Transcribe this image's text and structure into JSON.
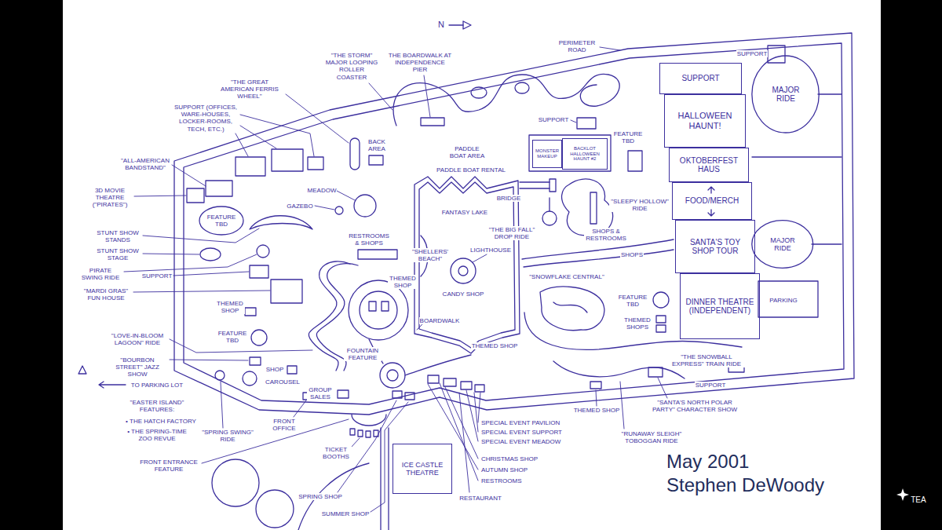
{
  "diagram": {
    "nodes": [
      {
        "text": [
          "SUPPORT"
        ]
      },
      {
        "text": [
          "HALLOWEEN HAUNT!"
        ]
      },
      {
        "text": [
          "OKTOBERFEST HAUS"
        ]
      },
      {
        "text": [
          "FOOD/MERCH"
        ]
      },
      {
        "text": [
          "SANTA'S TOY SHOP TOUR"
        ]
      },
      {
        "text": [
          "DINNER THEATRE (INDEPENDENT)"
        ]
      },
      {
        "text": [
          "MAJOR RIDE"
        ]
      },
      {
        "text": [
          "MAJOR RIDE"
        ]
      },
      {
        "text": [
          "MONSTER MAKEUP"
        ]
      },
      {
        "text": [
          "BACKLOT HALLOWEEN HAUNT #2"
        ]
      },
      {
        "text": [
          "ICE CASTLE THEATRE"
        ]
      }
    ],
    "labels": [
      "N",
      "PERIMETER ROAD",
      "\"THE STORM\" MAJOR LOOPING ROLLER COASTER",
      "THE BOARDWALK AT INDEPENDENCE PIER",
      "\"THE GREAT AMERICAN FERRIS WHEEL\"",
      "SUPPORT (OFFICES, WARE-HOUSES, LOCKER-ROOMS, TECH, ETC.)",
      "BACK AREA",
      "\"ALL-AMERICAN BANDSTAND\"",
      "3D MOVIE THEATRE (\"PIRATES\")",
      "FEATURE TBD",
      "MEADOW",
      "GAZEBO",
      "STUNT SHOW STANDS",
      "STUNT SHOW STAGE",
      "PIRATE SWING RIDE",
      "SUPPORT",
      "RESTROOMS & SHOPS",
      "\"MARDI GRAS\" FUN HOUSE",
      "THEMED SHOP",
      "\"SHELLERS' BEACH\"",
      "THEMED SHOP",
      "LIGHTHOUSE",
      "CANDY SHOP",
      "BOARDWALK",
      "FEATURE TBD",
      "\"LOVE-IN-BLOOM LAGOON\" RIDE",
      "\"BOURBON STREET\" JAZZ SHOW",
      "SHOP",
      "CAROUSEL",
      "TO PARKING LOT",
      "\"EASTER ISLAND\" FEATURES:",
      "• THE HATCH FACTORY",
      "• THE SPRING-TIME ZOO REVUE",
      "\"SPRING SWING\" RIDE",
      "GROUP SALES",
      "FRONT OFFICE",
      "FRONT ENTRANCE FEATURE",
      "TICKET BOOTHS",
      "SPRING SHOP",
      "SUMMER SHOP",
      "RESTAURANT",
      "RESTROOMS",
      "AUTUMN SHOP",
      "CHRISTMAS SHOP",
      "SPECIAL EVENT MEADOW",
      "SPECIAL EVENT SUPPORT",
      "SPECIAL EVENT PAVILION",
      "FOUNTAIN FEATURE",
      "THEMED SHOP",
      "\"RUNAWAY SLEIGH\" TOBOGGAN RIDE",
      "THEMED SHOP",
      "\"SANTA'S NORTH POLAR PARTY\" CHARACTER SHOW",
      "SUPPORT",
      "\"THE SNOWBALL EXPRESS\" TRAIN RIDE",
      "THEMED SHOPS",
      "FEATURE TBD",
      "\"SNOWFLAKE CENTRAL\"",
      "SHOPS",
      "SHOPS & RESTROOMS",
      "\"THE BIG FALL\" DROP RIDE",
      "\"SLEEPY HOLLOW\" RIDE",
      "FEATURE TBD",
      "SUPPORT",
      "PADDLE BOAT AREA",
      "PADDLE BOAT RENTAL",
      "BRIDGE",
      "FANTASY LAKE",
      "PARKING",
      "SUPPORT",
      "May 2001",
      "Stephen DeWoody",
      "TEA"
    ]
  }
}
